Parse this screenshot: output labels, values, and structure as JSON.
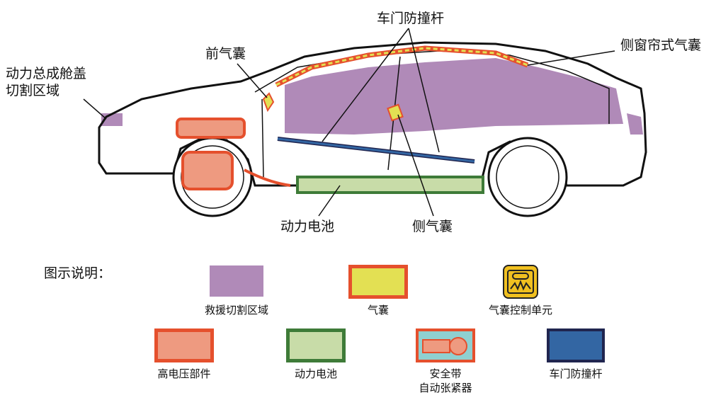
{
  "labels": {
    "hood_cut": "动力总成舱盖\n切割区域",
    "front_airbag": "前气囊",
    "door_beam": "车门防撞杆",
    "curtain_airbag": "侧窗帘式气囊",
    "battery": "动力电池",
    "side_airbag": "侧气囊"
  },
  "legend": {
    "title": "图示说明：",
    "items": [
      {
        "key": "cut_zone",
        "label": "救援切割区域",
        "color": "#b08ab8"
      },
      {
        "key": "airbag",
        "label": "气囊",
        "color": "#e3e053",
        "border": "#e5502d"
      },
      {
        "key": "airbag_ecu",
        "label": "气囊控制单元",
        "color": "#f0c020",
        "icon": "airbag-control-unit-icon"
      },
      {
        "key": "hv_parts",
        "label": "高电压部件",
        "color": "#ee9a80",
        "border": "#e5502d"
      },
      {
        "key": "battery",
        "label": "动力电池",
        "color": "#c8dca8",
        "border": "#3e7b38"
      },
      {
        "key": "pretensioner",
        "label": "安全带\n自动张紧器",
        "color": "#8fd0d0",
        "border": "#e5502d",
        "icon": "seatbelt-pretensioner-icon"
      },
      {
        "key": "door_beam",
        "label": "车门防撞杆",
        "color": "#3366a3",
        "border": "#20254f"
      }
    ]
  }
}
